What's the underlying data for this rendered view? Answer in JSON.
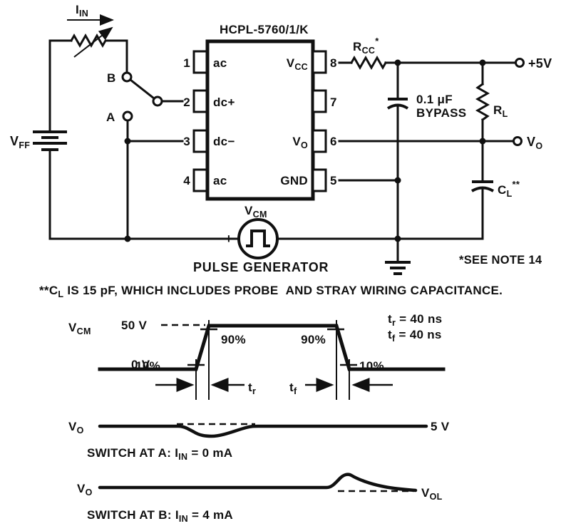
{
  "circuit": {
    "iin": {
      "base": "I",
      "sub": "IN"
    },
    "vff": {
      "base": "V",
      "sub": "FF"
    },
    "switch": {
      "b": "B",
      "a": "A"
    },
    "ic": {
      "title": "HCPL-5760/1/K",
      "pin1": {
        "num": "1",
        "label": "ac"
      },
      "pin2": {
        "num": "2",
        "label": "dc+"
      },
      "pin3": {
        "num": "3",
        "label": "dc−"
      },
      "pin4": {
        "num": "4",
        "label": "ac"
      },
      "pin5": {
        "num": "5",
        "label": "GND"
      },
      "pin6": {
        "num": "6",
        "base": "V",
        "sub": "O"
      },
      "pin7": {
        "num": "7"
      },
      "pin8": {
        "num": "8",
        "base": "V",
        "sub": "CC"
      }
    },
    "rcc": {
      "base": "R",
      "sub": "CC",
      "note": "*"
    },
    "supply": "+5V",
    "bypass": {
      "value": "0.1 μF",
      "label": "BYPASS"
    },
    "rl": {
      "base": "R",
      "sub": "L"
    },
    "vo": {
      "base": "V",
      "sub": "O"
    },
    "cl": {
      "base": "C",
      "sub": "L",
      "note": "**"
    },
    "see_note": "*SEE NOTE 14",
    "pulse": {
      "vcm_base": "V",
      "vcm_sub": "CM",
      "plus": "+",
      "minus": "−",
      "label": "PULSE GENERATOR"
    }
  },
  "footnote": {
    "pre": "**C",
    "sub": "L",
    "rest": " IS 15 pF, WHICH INCLUDES PROBE  AND STRAY WIRING CAPACITANCE."
  },
  "timing": {
    "vcm": {
      "base": "V",
      "sub": "CM"
    },
    "high": "50 V",
    "low": "0 V",
    "rise10": "10%",
    "rise90": "90%",
    "fall90": "90%",
    "fall10": "10%",
    "tr": {
      "base": "t",
      "sub": "r",
      "eq": " = 40 ns"
    },
    "tf": {
      "base": "t",
      "sub": "f",
      "eq": " = 40 ns"
    }
  },
  "wave_a": {
    "vo": {
      "base": "V",
      "sub": "O"
    },
    "level": "5 V",
    "cap": {
      "pre": "SWITCH AT A: I",
      "sub": "IN",
      "post": " = 0 mA"
    }
  },
  "wave_b": {
    "vo": {
      "base": "V",
      "sub": "O"
    },
    "vol": {
      "base": "V",
      "sub": "OL"
    },
    "cap": {
      "pre": "SWITCH AT B: I",
      "sub": "IN",
      "post": " = 4 mA"
    }
  }
}
